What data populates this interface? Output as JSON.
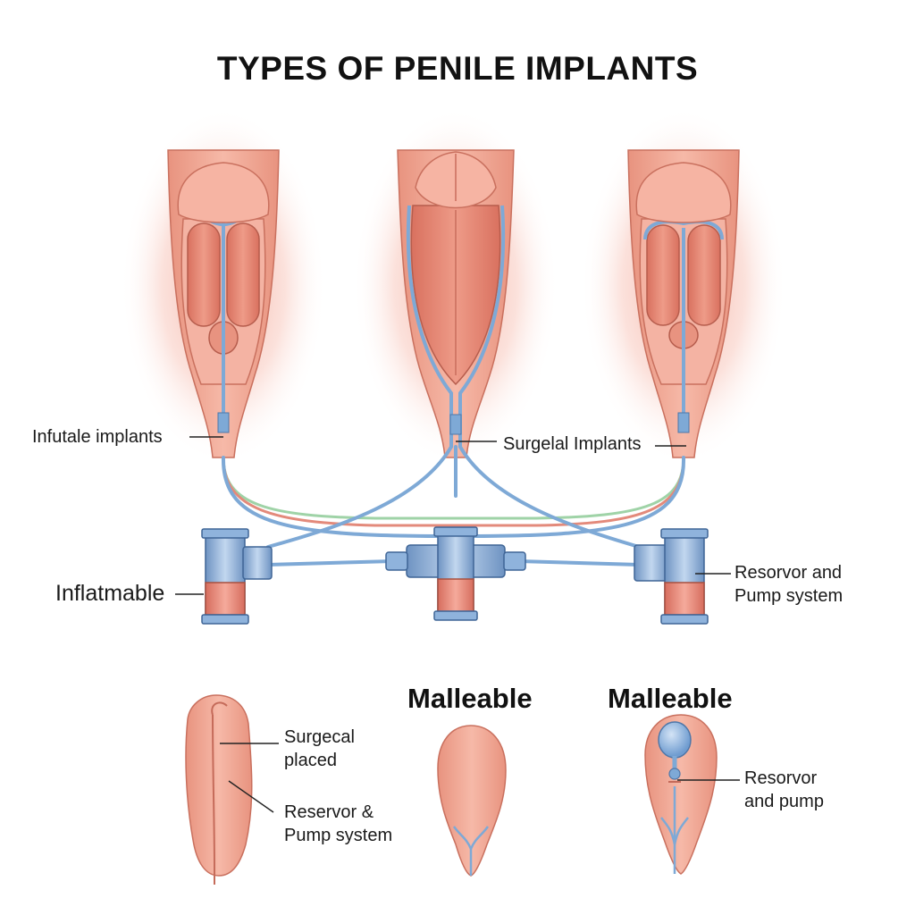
{
  "title": "TYPES OF PENILE IMPLANTS",
  "labels": {
    "inflatable_implants": "Infutale implants",
    "surgical_implants": "Surgelal Implants",
    "inflatable": "Inflatmable",
    "reservoir_pump_system": [
      "Resorvor and",
      "Pump system"
    ],
    "surgically_placed": [
      "Surgecal",
      "placed"
    ],
    "reservoir_pump_system_bottom": [
      "Reservor &",
      "Pump system"
    ],
    "reservoir_and_pump": [
      "Resorvor",
      "and pump"
    ]
  },
  "headings": {
    "malleable_center": "Malleable",
    "malleable_right": "Malleable"
  },
  "colors": {
    "skin": "#efa592",
    "skin_dark": "#d9806e",
    "tube_blue": "#7ea9d6",
    "tube_green": "#9fd3a7",
    "tube_red": "#e38a7b",
    "pump_blue": "#8fb3dc",
    "pump_red": "#e88a7c"
  }
}
